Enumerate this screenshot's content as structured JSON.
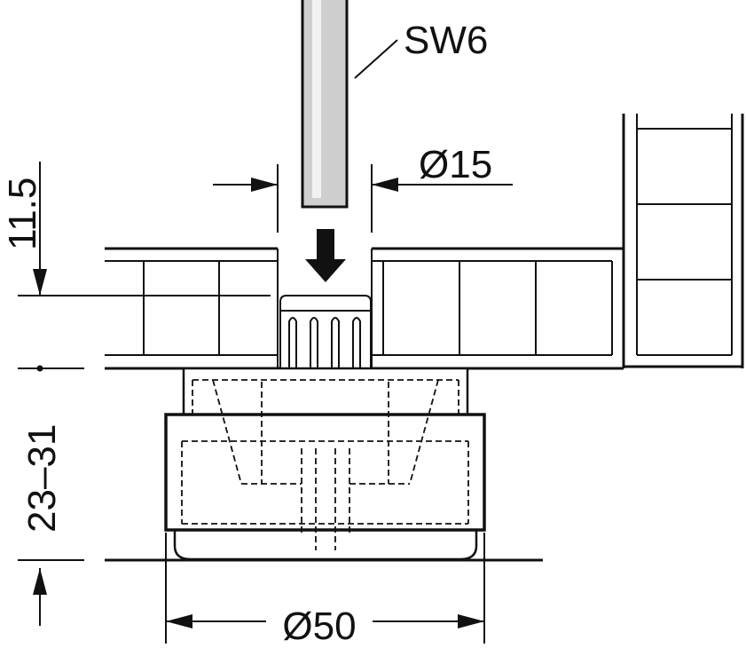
{
  "drawing": {
    "tool_label": "SW6",
    "hole_diameter": "Ø15",
    "depth": "11.5",
    "height_range": "23–31",
    "base_diameter": "Ø50"
  },
  "colors": {
    "line": "#111111",
    "tool_fill": "#cfcfcf",
    "background": "#ffffff"
  }
}
